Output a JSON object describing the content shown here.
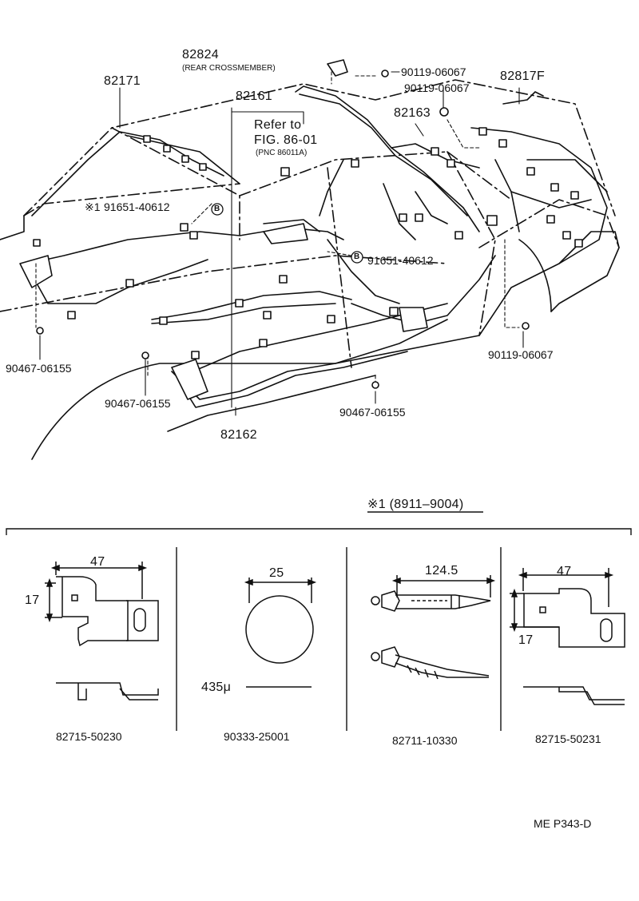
{
  "labels": {
    "p82824": "82824",
    "p82824_note": "(REAR CROSSMEMBER)",
    "p90119_a": "90119-06067",
    "p90119_b": "90119-06067",
    "p82817f": "82817F",
    "p82171": "82171",
    "p82161": "82161",
    "refer_line1": "Refer to",
    "refer_line2": "FIG. 86-01",
    "refer_line3": "(PNC 86011A)",
    "p82163": "82163",
    "p91651_a_mark": "※1",
    "p91651_a": "91651-40612",
    "p91651_b": "91651-40612",
    "b_mark": "B",
    "p90467_a": "90467-06155",
    "p90467_b": "90467-06155",
    "p90467_c": "90467-06155",
    "p90119_c": "90119-06067",
    "p82162": "82162",
    "note_ref": "※1 (8911–9004)"
  },
  "details": [
    {
      "part": "82715-50230",
      "dims": [
        "47",
        "17"
      ]
    },
    {
      "part": "90333-25001",
      "dims": [
        "25",
        "435μ"
      ]
    },
    {
      "part": "82711-10330",
      "dims": [
        "124.5"
      ]
    },
    {
      "part": "82715-50231",
      "dims": [
        "47",
        "17"
      ]
    }
  ],
  "footer": "ME P343-D"
}
